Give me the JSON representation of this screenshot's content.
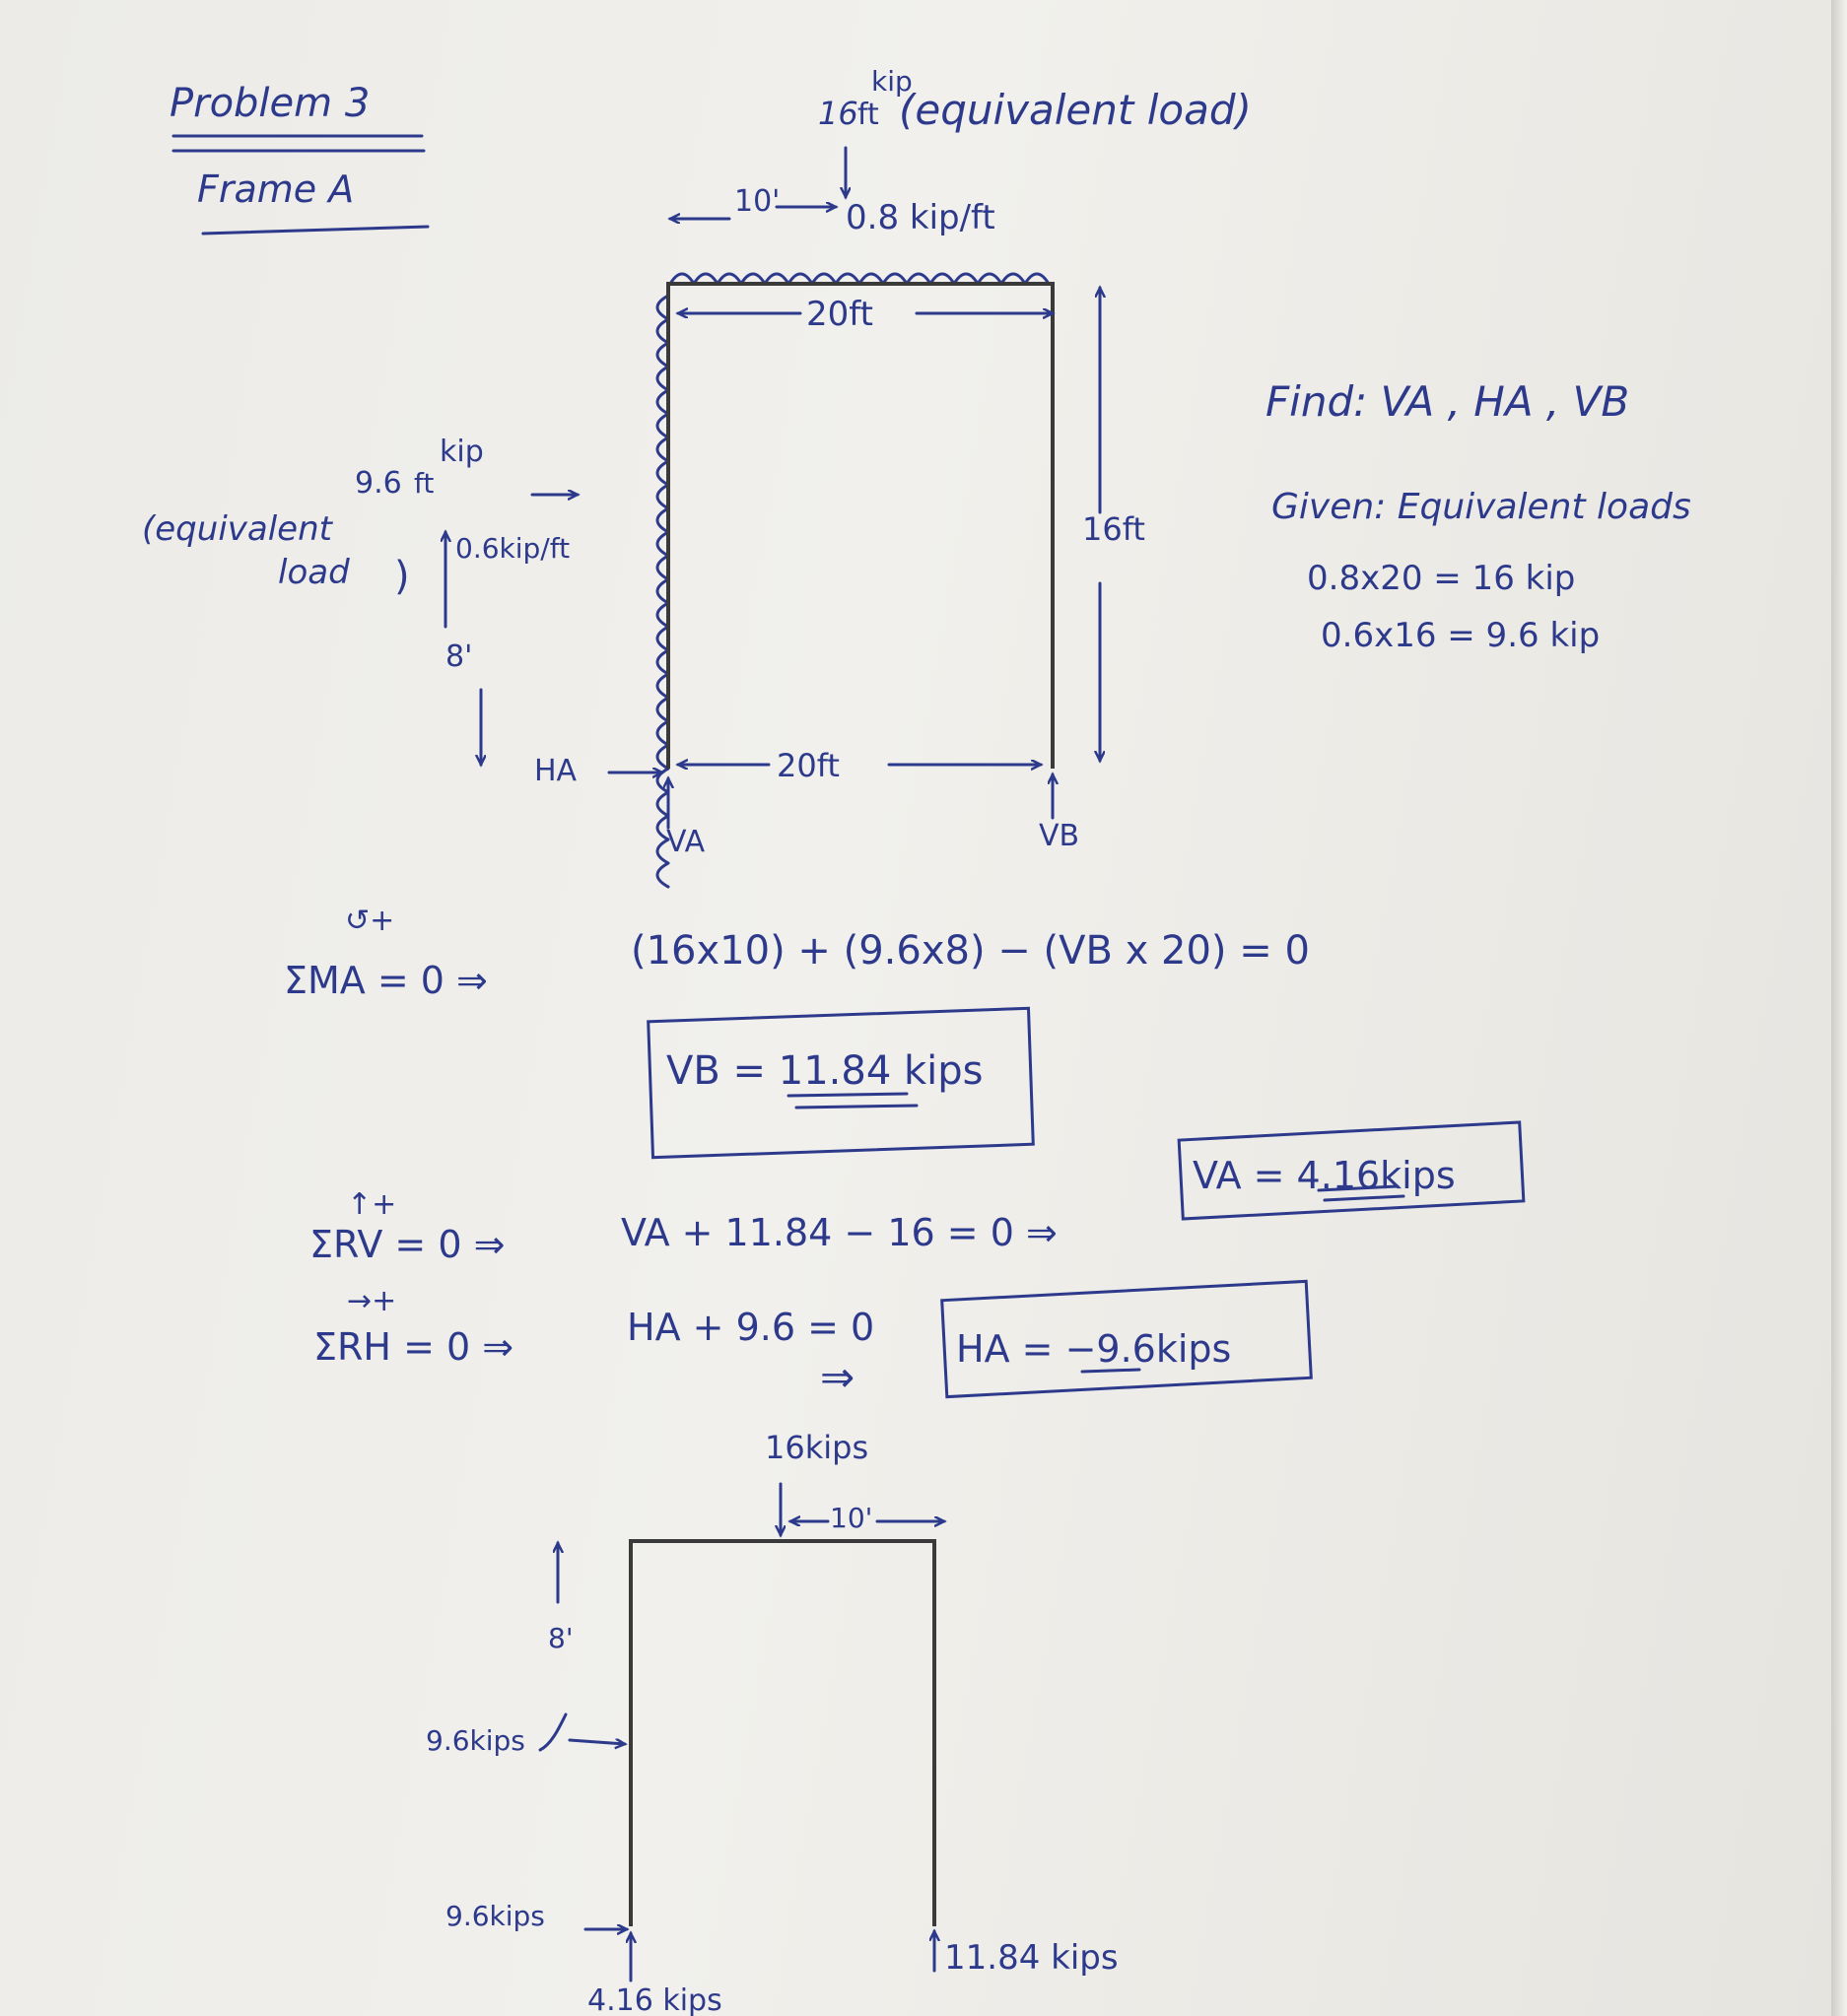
{
  "header": {
    "title": "Problem 3",
    "subtitle": "Frame A"
  },
  "top_load": {
    "magnitude_prefix": "16",
    "unit_top": "kip",
    "note": "(equivalent load)",
    "distance": "10'",
    "intensity": "0.8 kip/ft"
  },
  "left_load": {
    "unit_top": "kip",
    "magnitude": "9.6",
    "note_line1": "(equivalent",
    "note_line2": "load",
    "intensity": "0.6kip/ft",
    "distance": "8'"
  },
  "dimensions": {
    "top_span": "20ft",
    "bottom_span": "20ft",
    "height": "16ft"
  },
  "supports": {
    "ha": "HA",
    "va": "VA",
    "vb": "VB"
  },
  "find_line": "Find: VA , HA , VB",
  "given": {
    "label": "Given: Equivalent loads",
    "eq1": "0.8x20  =  16 kip",
    "eq2": "0.6x16  =  9.6 kip"
  },
  "equations": {
    "moment_sign": "↺+",
    "moment_lhs": "ΣMA = 0  ⇒",
    "moment_rhs": "(16x10) + (9.6x8) − (VB x 20)  = 0",
    "vb_result": "VB = 11.84 kips",
    "vertical_sign": "↑+",
    "vertical_lhs": "ΣRV = 0  ⇒",
    "vertical_rhs": "VA + 11.84 − 16 = 0   ⇒",
    "va_result": "VA = 4.16kips",
    "horizontal_sign": "→+",
    "horizontal_lhs": "ΣRH = 0 ⇒",
    "horizontal_rhs": "HA + 9.6  = 0",
    "implies": "⇒",
    "ha_result": "HA = −9.6kips"
  },
  "fbd": {
    "top_load": "16kips",
    "top_distance": "10'",
    "side_distance": "8'",
    "side_load": "9.6kips",
    "ha_load": "9.6kips",
    "va_load": "4.16 kips",
    "vb_load": "11.84 kips"
  }
}
